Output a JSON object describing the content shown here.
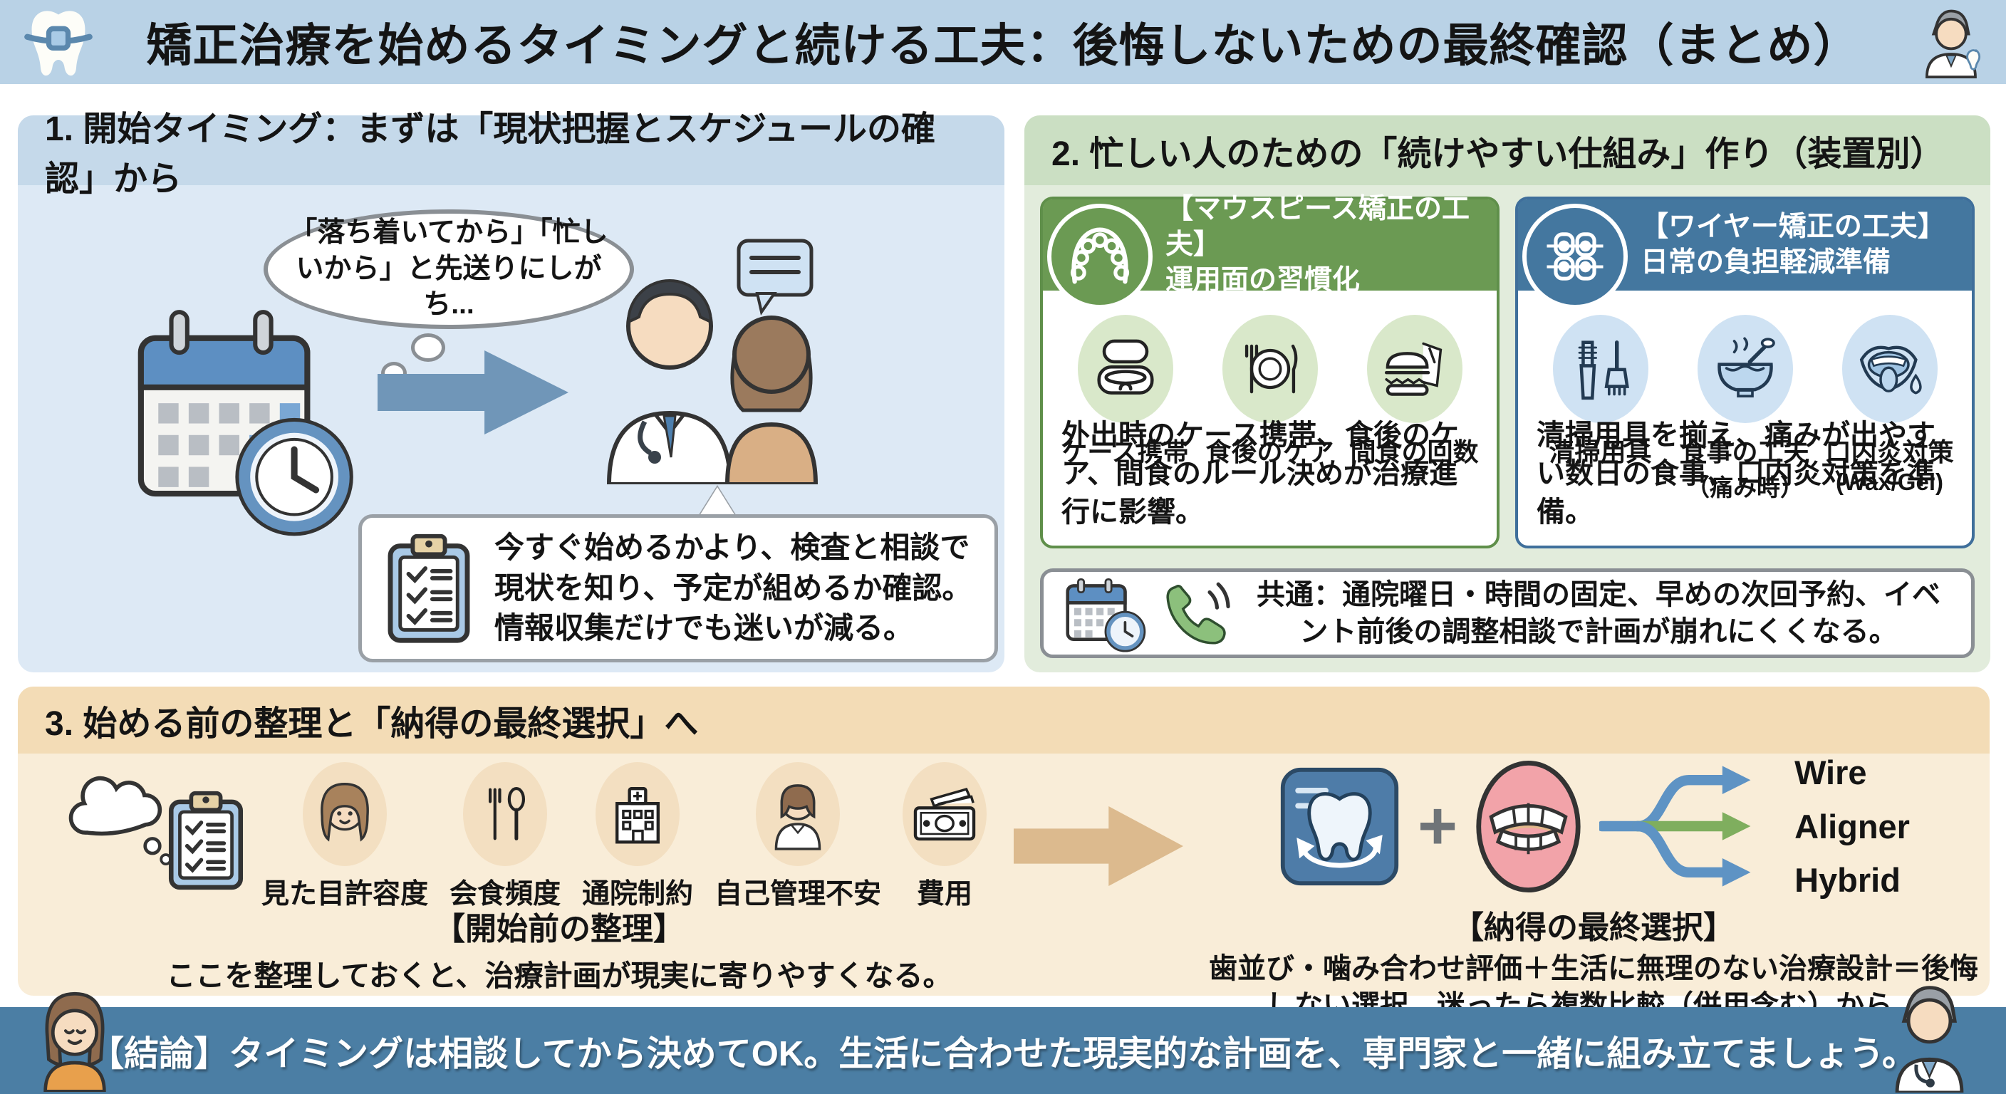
{
  "title": "矯正治療を始めるタイミングと続ける工夫：後悔しないための最終確認（まとめ）",
  "header_icons": {
    "left": "tooth-braces-icon",
    "right": "dentist-icon"
  },
  "section1": {
    "heading": "1. 開始タイミング：まずは「現状把握とスケジュールの確認」から",
    "thought_bubble": "「落ち着いてから」「忙しいから」と先送りにしがち...",
    "icons": [
      "calendar-icon",
      "clock-icon",
      "arrow-right-icon",
      "doctor-patient-icon",
      "speech-bubble-icon",
      "clipboard-icon"
    ],
    "note": "今すぐ始めるかより、検査と相談で現状を知り、予定が組めるか確認。情報収集だけでも迷いが減る。"
  },
  "section2": {
    "heading": "2. 忙しい人のための「続けやすい仕組み」作り（装置別）",
    "mouthpiece_card": {
      "badge_icon": "aligner-arch-icon",
      "title_line1": "【マウスピース矯正の工夫】",
      "title_line2": "運用面の習慣化",
      "items": [
        {
          "label": "ケース携帯",
          "icon": "aligner-case-icon"
        },
        {
          "label": "食後のケア",
          "icon": "cutlery-plate-icon"
        },
        {
          "label": "間食の回数",
          "icon": "burger-snack-icon"
        }
      ],
      "summary": "外出時のケース携帯、食後のケア、間食のルール決めが治療進行に影響。"
    },
    "wire_card": {
      "badge_icon": "braces-icon",
      "title_line1": "【ワイヤー矯正の工夫】",
      "title_line2": "日常の負担軽減準備",
      "items": [
        {
          "label": "清掃用具",
          "sublabel": "",
          "icon": "cleaning-tools-icon"
        },
        {
          "label": "食事の工夫",
          "sublabel": "（痛み時）",
          "icon": "soft-meal-bowl-icon"
        },
        {
          "label": "口内炎対策",
          "sublabel": "(Wax/Gel)",
          "icon": "mouth-wax-icon"
        }
      ],
      "summary": "清掃用具を揃え、痛みが出やすい数日の食事、口内炎対策を準備。"
    },
    "common_note": {
      "icons": [
        "calendar-clock-icon",
        "phone-icon"
      ],
      "text": "共通：通院曜日・時間の固定、早めの次回予約、イベント前後の調整相談で計画が崩れにくくなる。"
    }
  },
  "section3": {
    "heading": "3. 始める前の整理と「納得の最終選択」へ",
    "left_icons": [
      "thought-cloud-icon",
      "clipboard-icon"
    ],
    "considerations": [
      {
        "label": "見た目許容度",
        "icon": "woman-face-icon"
      },
      {
        "label": "会食頻度",
        "icon": "fork-spoon-icon"
      },
      {
        "label": "通院制約",
        "icon": "hospital-icon"
      },
      {
        "label": "自己管理不安",
        "icon": "person-worry-icon"
      },
      {
        "label": "費用",
        "icon": "money-icon"
      }
    ],
    "pre_title": "【開始前の整理】",
    "pre_text": "ここを整理しておくと、治療計画が現実に寄りやすくなる。",
    "evaluation_icons": [
      "tooth-scan-icon",
      "mouth-teeth-icon",
      "branch-arrows-icon"
    ],
    "plus_sign": "+",
    "options": [
      {
        "label": "Wire"
      },
      {
        "label": "Aligner"
      },
      {
        "label": "Hybrid"
      }
    ],
    "final_title": "【納得の最終選択】",
    "final_text": "歯並び・噛み合わせ評価＋生活に無理のない治療設計＝後悔しない選択。迷ったら複数比較（併用含む）から。"
  },
  "footer": {
    "text": "【結論】タイミングは相談してから決めてOK。生活に合わせた現実的な計画を、専門家と一緒に組み立てましょう。",
    "icons": {
      "left": "woman-avatar",
      "right": "doctor-avatar"
    }
  },
  "colors": {
    "header_band": "#b9d2e6",
    "section1_bg": "#dde9f5",
    "section1_header": "#c5d9ea",
    "section2_bg": "#e2ecdc",
    "section2_header": "#cbdfc3",
    "green_accent": "#6b9a53",
    "blue_accent": "#44779f",
    "section3_bg": "#f9edd8",
    "section3_header": "#f3dcb6",
    "footer_bg": "#4b7ea4",
    "arrow_blue": "#7096b8",
    "arrow_tan": "#dcba8e",
    "option_blue": "#5e93c4",
    "option_green": "#7fae5e"
  }
}
